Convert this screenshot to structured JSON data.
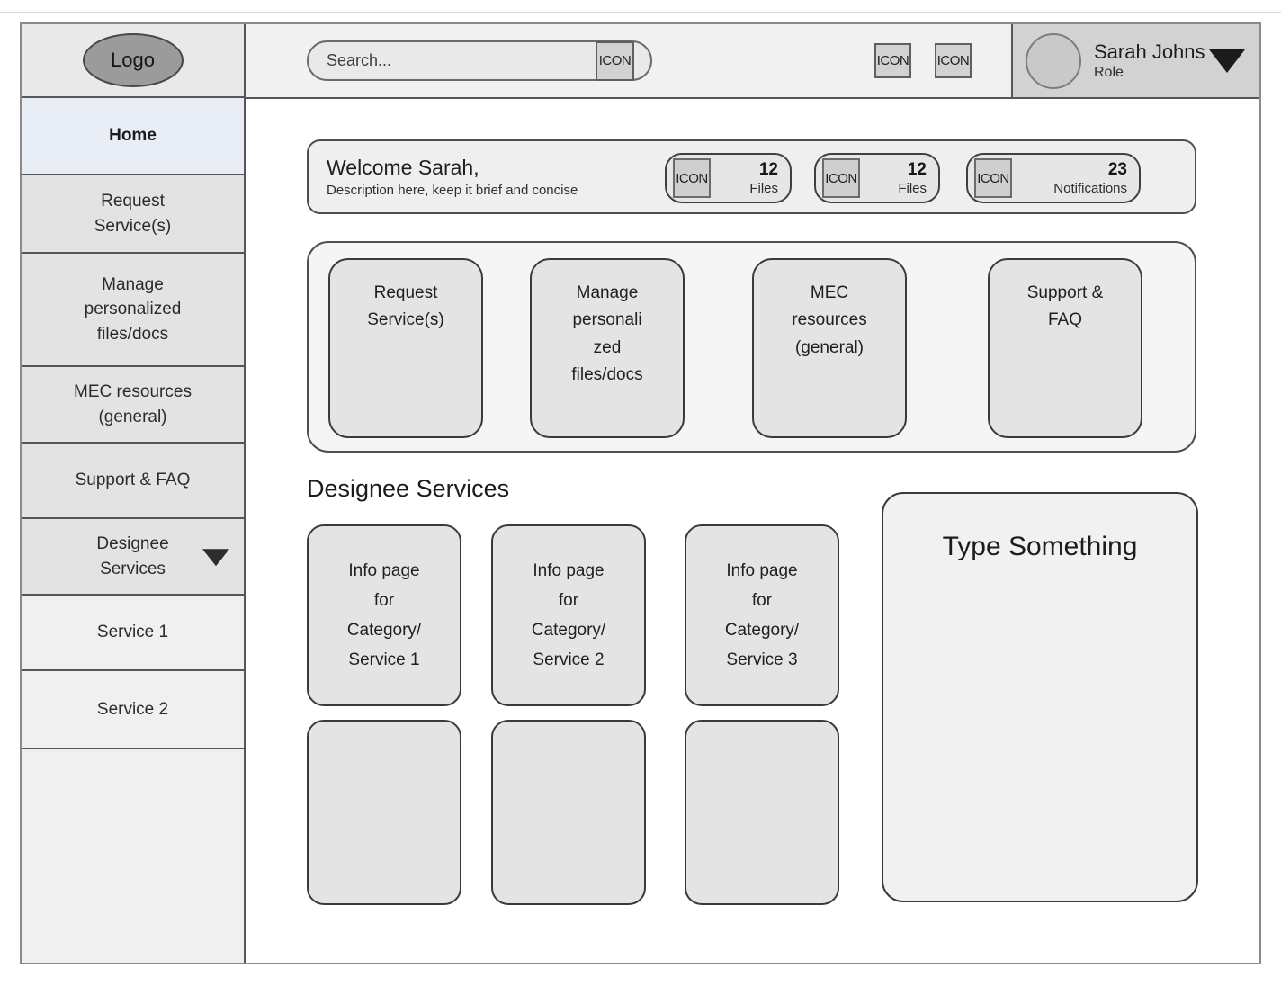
{
  "topbar": {
    "logo": "Logo",
    "search_placeholder": "Search...",
    "search_icon": "ICON",
    "icon_button_1": "ICON",
    "icon_button_2": "ICON",
    "user": {
      "name": "Sarah Johns",
      "role": "Role"
    }
  },
  "sidebar": {
    "items": [
      {
        "label": "Home"
      },
      {
        "label": "Request\nService(s)"
      },
      {
        "label": "Manage\npersonalized\nfiles/docs"
      },
      {
        "label": "MEC resources\n(general)"
      },
      {
        "label": "Support & FAQ"
      },
      {
        "label": "Designee\nServices"
      },
      {
        "label": "Service 1"
      },
      {
        "label": "Service 2"
      }
    ]
  },
  "welcome": {
    "title": "Welcome Sarah,",
    "subtitle": "Description here, keep it brief and concise",
    "stats": [
      {
        "icon": "ICON",
        "value": "12",
        "label": "Files"
      },
      {
        "icon": "ICON",
        "value": "12",
        "label": "Files"
      },
      {
        "icon": "ICON",
        "value": "23",
        "label": "Notifications"
      }
    ]
  },
  "quick_links": [
    {
      "label": "Request\nService(s)"
    },
    {
      "label": "Manage\npersonali\nzed\nfiles/docs"
    },
    {
      "label": "MEC\nresources\n(general)"
    },
    {
      "label": "Support &\nFAQ"
    }
  ],
  "designee": {
    "heading": "Designee Services",
    "cards": [
      {
        "label": "Info page\nfor\nCategory/\nService 1"
      },
      {
        "label": "Info page\nfor\nCategory/\nService 2"
      },
      {
        "label": "Info page\nfor\nCategory/\nService 3"
      }
    ],
    "panel_title": "Type Something"
  },
  "colors": {
    "accent_active_item": "#e8edf6",
    "panel_gray": "#e4e4e4",
    "border_dark": "#3a3a3a",
    "border_frame": "#8a8a8a"
  }
}
